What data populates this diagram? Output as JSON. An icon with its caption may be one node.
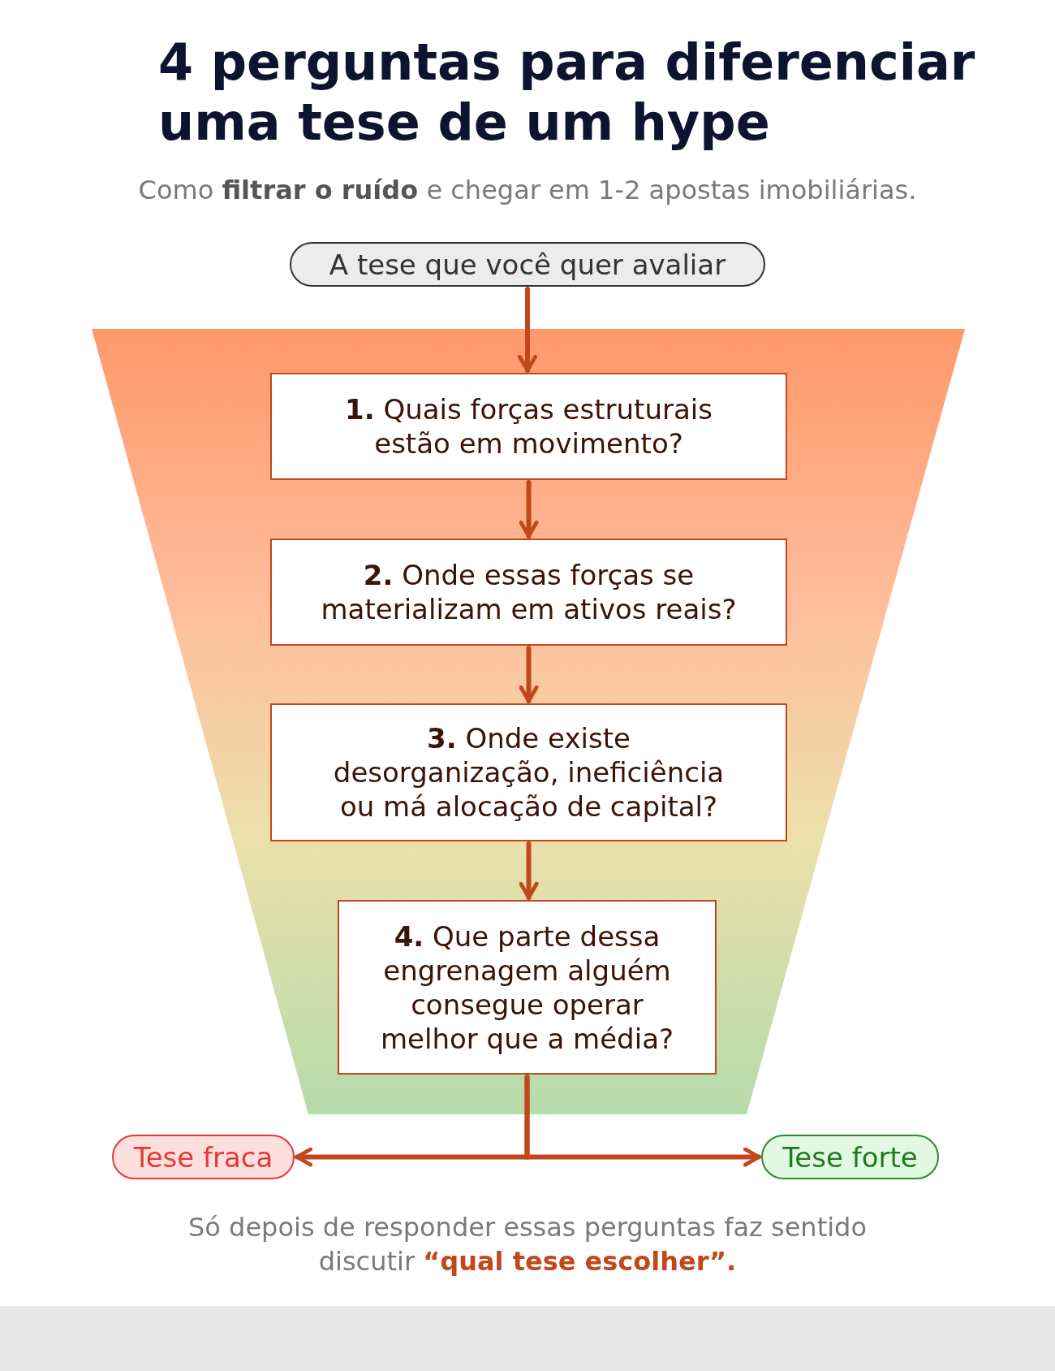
{
  "diagram": {
    "title": "4 perguntas para diferenciar uma tese de um hype",
    "nodes": [
      {
        "text": [
          "A tese que você quer avaliar"
        ]
      },
      {
        "text": [
          "**1.** Quais forças estruturais estão em movimento?"
        ]
      },
      {
        "text": [
          "**2.** Onde essas forças se materializam em ativos reais?"
        ]
      },
      {
        "text": [
          "**3.** Onde existe desorganização, ineficiência ou má alocação de capital?"
        ]
      },
      {
        "text": [
          "**4.** Que parte dessa engrenagem alguém consegue operar melhor que a média?"
        ]
      },
      {
        "text": [
          "Tese fraca"
        ]
      },
      {
        "text": [
          "Tese forte"
        ]
      }
    ],
    "edges": [
      {
        "from": 0,
        "to": 1,
        "arrow": "to"
      },
      {
        "from": 1,
        "to": 2,
        "arrow": "to"
      },
      {
        "from": 2,
        "to": 3,
        "arrow": "to"
      },
      {
        "from": 3,
        "to": 4,
        "arrow": "to"
      },
      {
        "from": 4,
        "to": 5,
        "arrow": "to"
      },
      {
        "from": 4,
        "to": 6,
        "arrow": "to"
      }
    ],
    "labels": [
      "Como **filtrar o ruído** e chegar em 1-2 apostas imobiliárias.",
      "Só depois de responder essas perguntas faz sentido discutir **“qual tese escolher”.**"
    ]
  }
}
